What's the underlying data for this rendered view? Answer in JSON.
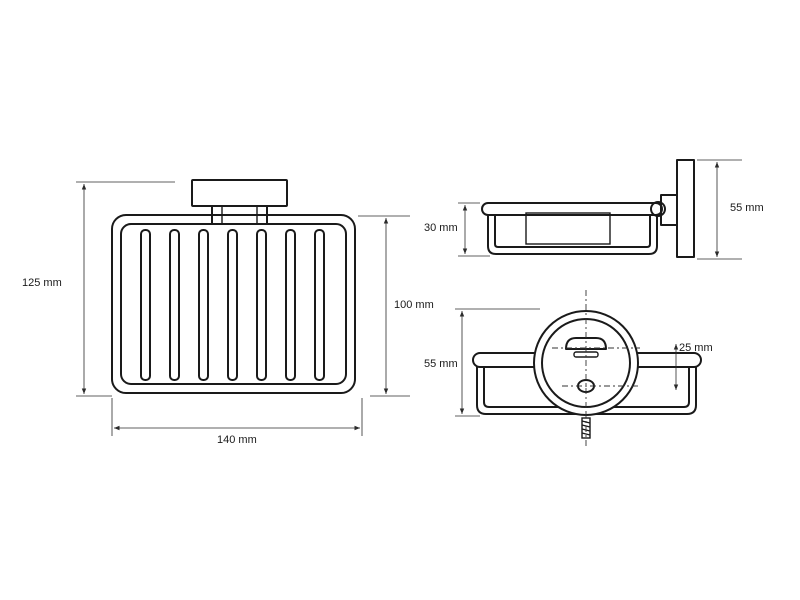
{
  "dimensions": {
    "height_total": "125 mm",
    "basket_height": "100 mm",
    "width": "140 mm",
    "side_depth": "30 mm",
    "side_height": "55 mm",
    "front_height": "55 mm",
    "hole_offset": "25 mm"
  },
  "colors": {
    "line": "#1a1a1a",
    "background": "#ffffff"
  }
}
